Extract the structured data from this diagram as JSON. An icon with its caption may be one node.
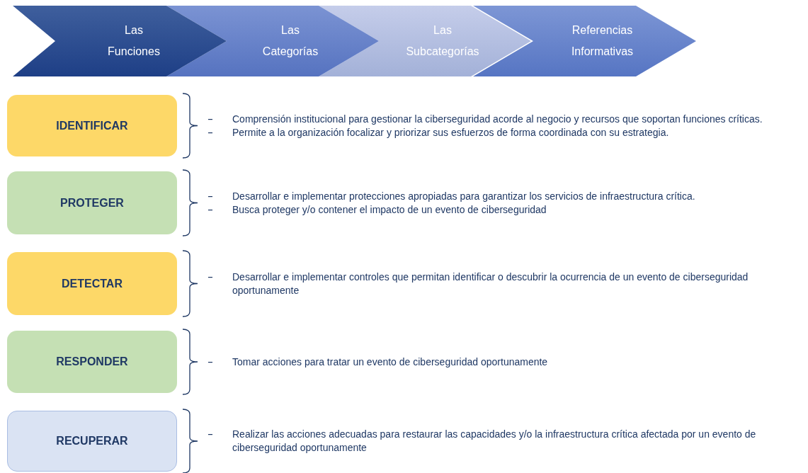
{
  "diagram": {
    "nodes": [
      {
        "text": [
          "Las Funciones"
        ]
      },
      {
        "text": [
          "Las Categorías"
        ]
      },
      {
        "text": [
          "Las Subcategorías"
        ]
      },
      {
        "text": [
          "Referencias Informativas"
        ]
      },
      {
        "text": [
          "IDENTIFICAR"
        ]
      },
      {
        "text": [
          "PROTEGER"
        ]
      },
      {
        "text": [
          "DETECTAR"
        ]
      },
      {
        "text": [
          "RESPONDER"
        ]
      },
      {
        "text": [
          "RECUPERAR"
        ]
      }
    ],
    "labels": [
      "Comprensión institucional para gestionar la ciberseguridad acorde al negocio y recursos que soportan funciones críticas.",
      "Permite a la organización focalizar y priorizar sus esfuerzos de forma coordinada con su estrategia.",
      "Desarrollar e implementar protecciones apropiadas para garantizar los servicios de infraestructura crítica.",
      "Busca proteger y/o contener el impacto de un evento de ciberseguridad",
      "Desarrollar e implementar controles que permitan identificar o descubrir la ocurrencia de un evento de ciberseguridad oportunamente",
      "Tomar acciones para tratar un evento de ciberseguridad oportunamente",
      "Realizar las acciones adecuadas para restaurar las capacidades y/o la infraestructura crítica afectada por un evento de ciberseguridad oportunamente"
    ]
  }
}
